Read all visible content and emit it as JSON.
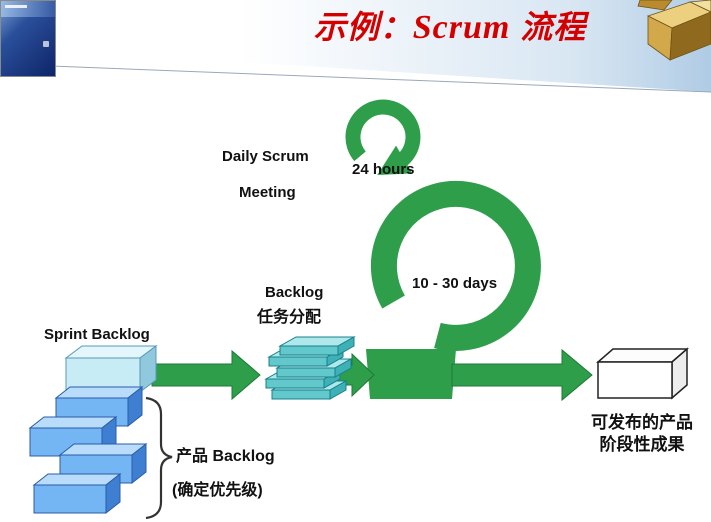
{
  "slide": {
    "title": {
      "prefix": "示例：",
      "scrum": "Scrum",
      "suffix": " 流程"
    }
  },
  "labels": {
    "daily_scrum_line1": "Daily Scrum",
    "daily_scrum_line2": "Meeting",
    "hours": "24 hours",
    "days": "10 - 30 days",
    "backlog_en": "Backlog",
    "backlog_cn": "任务分配",
    "sprint_backlog": "Sprint Backlog",
    "product_backlog": "产品 Backlog",
    "product_backlog_note": "(确定优先级)",
    "release_line1": "可发布的产品",
    "release_line2": "阶段性成果"
  },
  "colors": {
    "title_red": "#d40000",
    "arrow_green": "#2e9e4a",
    "brick_blue": "#74b5f4",
    "stack_teal": "#62c8cc",
    "sprint_box_cyan": "#c8ecf6",
    "swoosh_blue": "#aac9e4"
  }
}
